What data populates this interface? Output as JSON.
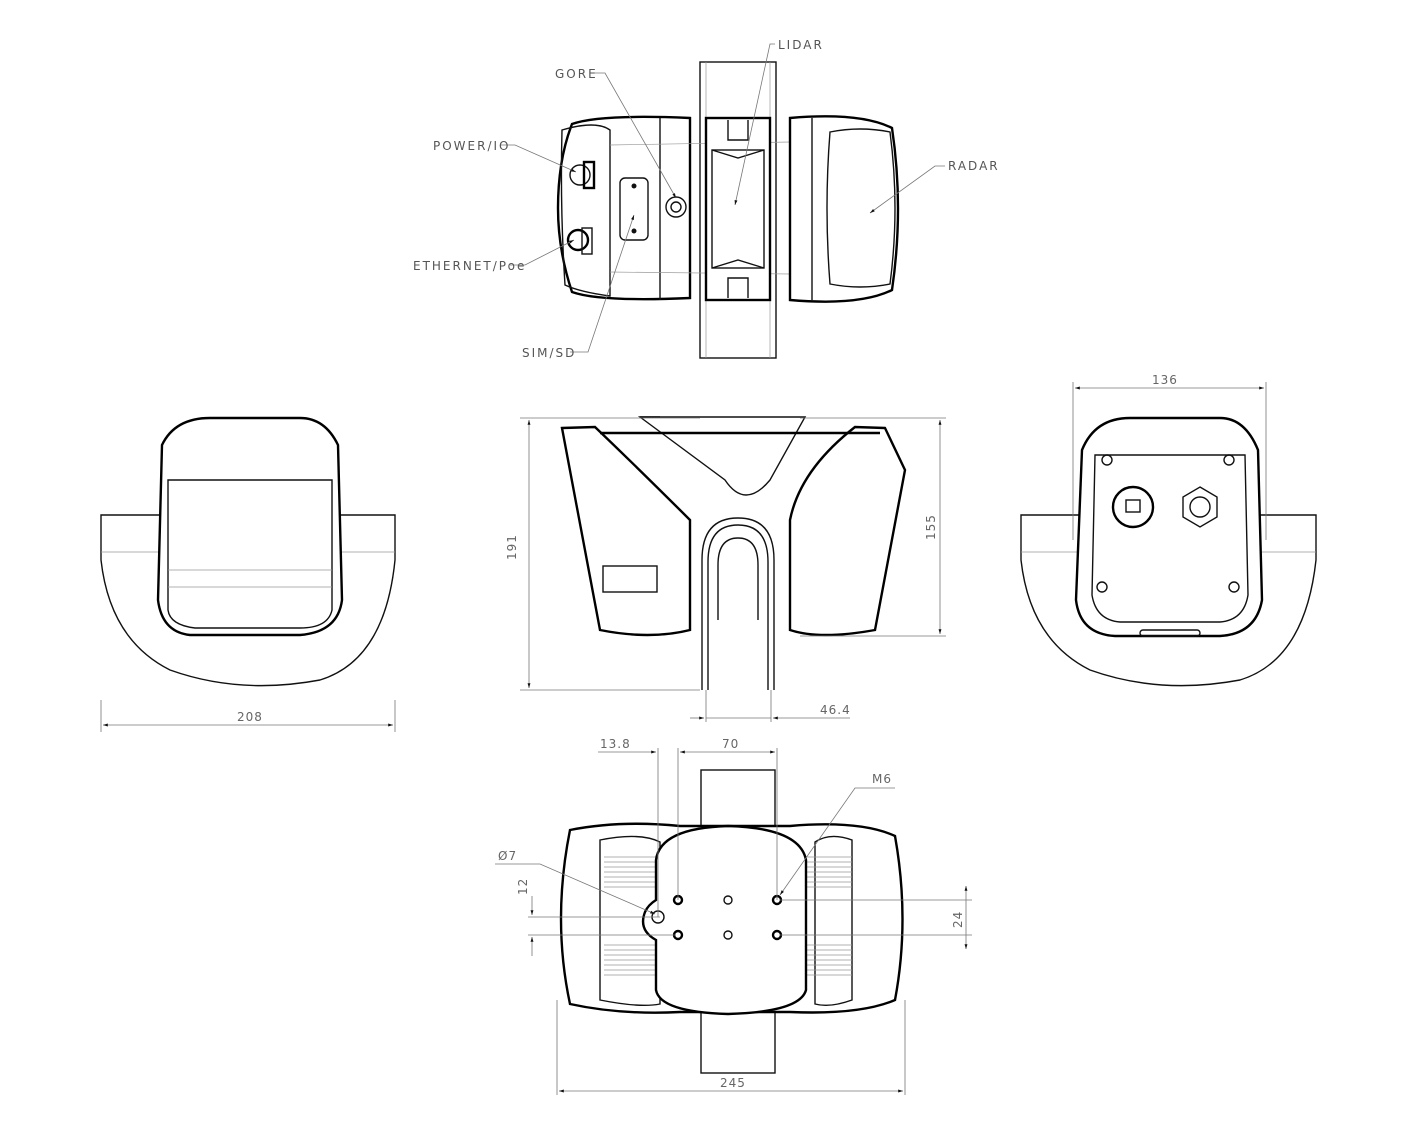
{
  "drawing": {
    "type": "orthographic technical drawing",
    "views": [
      "top",
      "left-side",
      "front",
      "right-side",
      "bottom"
    ]
  },
  "callouts": {
    "lidar": "LIDAR",
    "gore": "GORE",
    "power_io": "POWER/IO",
    "radar": "RADAR",
    "ethernet_poe": "ETHERNET/Poe",
    "sim_sd": "SIM/SD",
    "m6": "M6",
    "hole_dia": "Ø7"
  },
  "dimensions": {
    "left_width": "208",
    "front_total_height": "191",
    "front_body_height": "155",
    "front_mount_width": "46.4",
    "right_width": "136",
    "bottom_offset": "13.8",
    "bottom_hole_spacing_x": "70",
    "bottom_offset_y": "12",
    "bottom_hole_spacing_y": "24",
    "bottom_total_width": "245"
  },
  "colors": {
    "line": "#000000",
    "dimension": "#777777",
    "background": "#ffffff"
  }
}
